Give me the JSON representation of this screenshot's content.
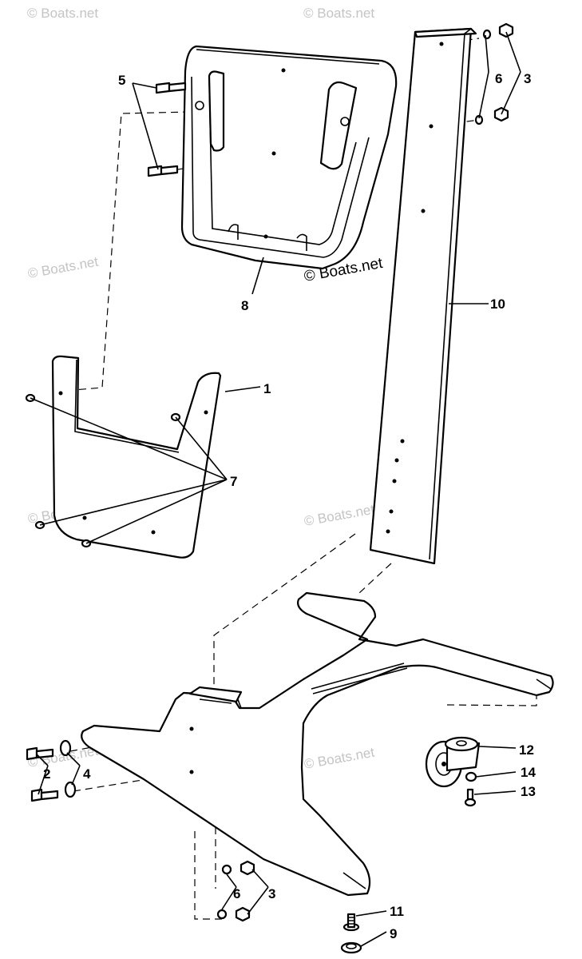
{
  "watermark": {
    "text": "© Boats.net",
    "color": "#c4c4c4"
  },
  "callouts": {
    "p1": "1",
    "p2": "2",
    "p3_top": "3",
    "p3_bottom": "3",
    "p4": "4",
    "p5": "5",
    "p6_top": "6",
    "p6_bottom": "6",
    "p7": "7",
    "p8": "8",
    "p9": "9",
    "p10": "10",
    "p11": "11",
    "p12": "12",
    "p13": "13",
    "p14": "14"
  },
  "parts": [
    {
      "id": "1",
      "shape": "lower-splash-plate"
    },
    {
      "id": "2",
      "shape": "bolt"
    },
    {
      "id": "3",
      "shape": "nut"
    },
    {
      "id": "4",
      "shape": "washer"
    },
    {
      "id": "5",
      "shape": "screw"
    },
    {
      "id": "6",
      "shape": "lock-washer"
    },
    {
      "id": "7",
      "shape": "screw"
    },
    {
      "id": "8",
      "shape": "motor-mounting-bracket"
    },
    {
      "id": "9",
      "shape": "leveling-foot"
    },
    {
      "id": "10",
      "shape": "upright-post"
    },
    {
      "id": "11",
      "shape": "bolt"
    },
    {
      "id": "12",
      "shape": "caster-wheel"
    },
    {
      "id": "13",
      "shape": "screw"
    },
    {
      "id": "14",
      "shape": "washer"
    }
  ]
}
